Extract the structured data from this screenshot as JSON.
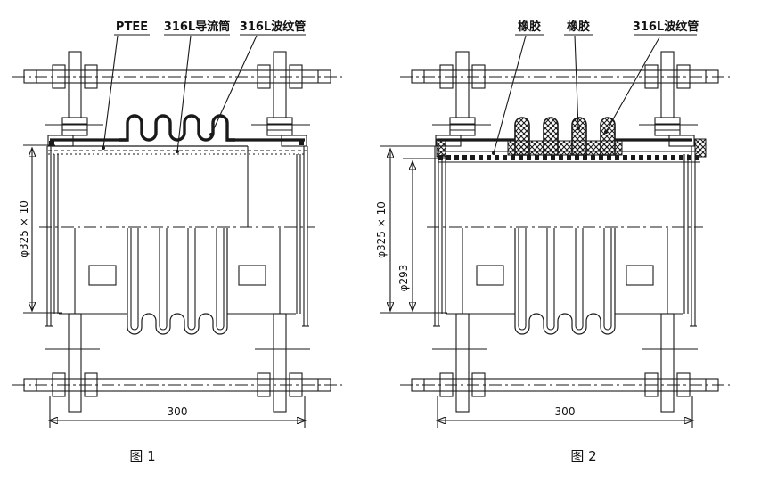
{
  "page": {
    "background": "#ffffff",
    "line_color": "#1a1a1a"
  },
  "figure1": {
    "callouts": {
      "liner_material": "PTEE",
      "flow_liner": "316L导流筒",
      "bellows": "316L波纹管"
    },
    "dimensions": {
      "outer": "φ325 × 10",
      "length": "300"
    },
    "caption": "图 1"
  },
  "figure2": {
    "callouts": {
      "rubber_1": "橡胶",
      "rubber_2": "橡胶",
      "bellows": "316L波纹管"
    },
    "dimensions": {
      "outer": "φ325 × 10",
      "inner": "φ293",
      "length": "300"
    },
    "caption": "图 2"
  }
}
